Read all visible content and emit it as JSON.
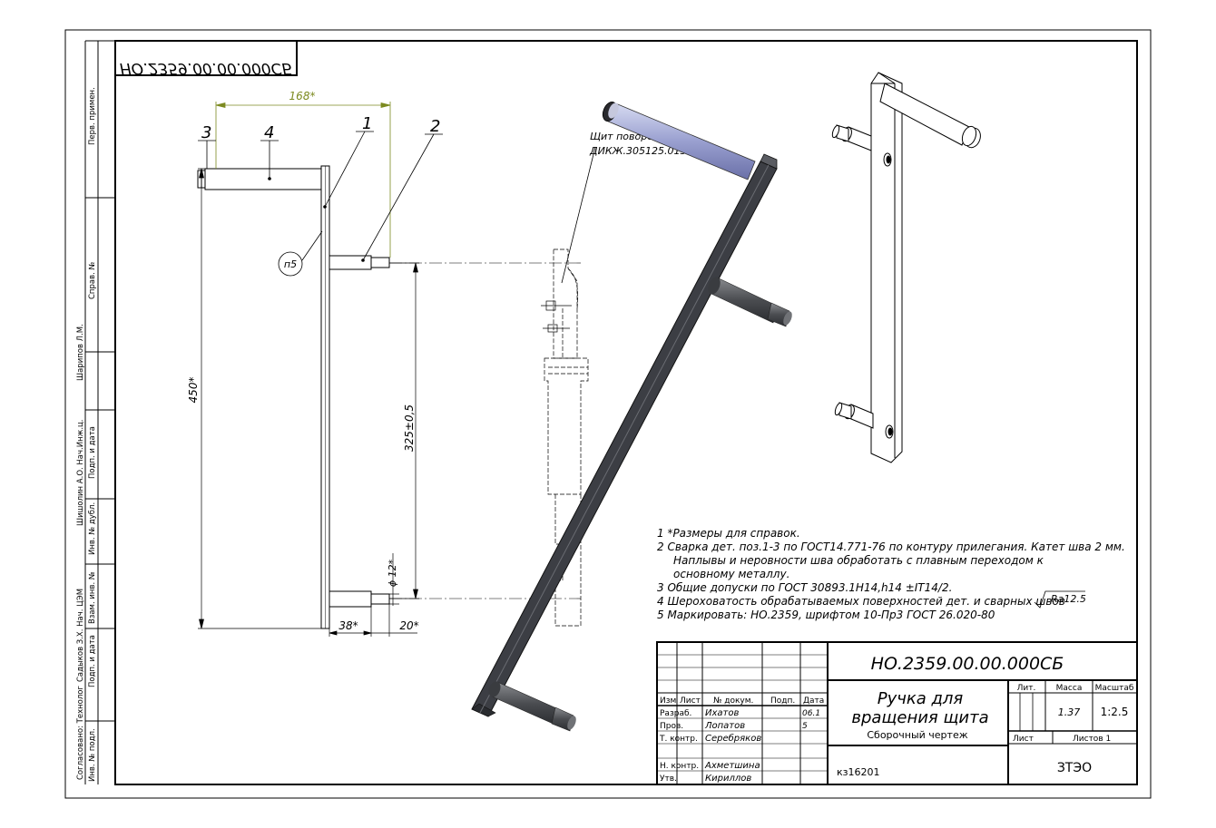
{
  "stamp_mirrored": "НО.2359.00.00.000СБ",
  "side_labels": {
    "perv_primen": "Перв. примен.",
    "sprav_no": "Справ. №",
    "sharipov": "Шарипов Л.М.",
    "shishkolin": "Шишолин А.О. Нач.Инж.ц.",
    "sadykov": "Садыков З.Х. Нач. ЦЭМ",
    "soglasovano": "Согласовано: Технолог",
    "podp_data_1": "Подп. и дата",
    "inv_dubl": "Инв. № дубл.",
    "vzam_inv": "Взам. инв. №",
    "podp_data_2": "Подп. и дата",
    "inv_podl": "Инв. № подл."
  },
  "dims": {
    "d168": "168*",
    "d450": "450*",
    "d325": "325±0,5",
    "d38": "38*",
    "d20": "20*",
    "d12": "ϕ 12*"
  },
  "positions": {
    "p1": "1",
    "p2": "2",
    "p3": "3",
    "p4": "4"
  },
  "weld_mark": "п5",
  "leader_note": {
    "line1": "Щит поворотный",
    "line2": "ДИКЖ.305125.013-"
  },
  "notes": [
    "1 *Размеры для справок.",
    "2  Сварка дет. поз.1-3 по ГОСТ14.771-76 по контуру прилегания. Катет шва 2 мм.",
    "Наплывы и неровности шва обработать с плавным переходом к",
    "основному металлу.",
    "3  Общие допуски по ГОСТ 30893.1Н14,h14  ±IT14/2.",
    "4  Шероховатость обрабатываемых поверхностей дет. и сварных швов",
    "5  Маркировать: НО.2359, шрифтом 10-Пр3 ГОСТ 26.020-80"
  ],
  "roughness": "Ra12.5",
  "title_block": {
    "designation": "НО.2359.00.00.000СБ",
    "name_line1": "Ручка для",
    "name_line2": "вращения щита",
    "doc_type": "Сборочный чертеж",
    "lit": "Лит.",
    "massa": "Масса",
    "masshtab": "Масштаб",
    "mass_value": "1.37",
    "scale_value": "1:2.5",
    "list": "Лист",
    "listov": "Листов 1",
    "org": "ЗТЭО",
    "code": "кз16201",
    "hdr_izm": "Изм",
    "hdr_list": "Лист",
    "hdr_ndokum": "№ докум.",
    "hdr_podp": "Подп.",
    "hdr_data": "Дата",
    "r_razrab": "Разраб.",
    "r_prov": "Пров.",
    "r_tkontr": "Т. контр.",
    "r_nkontr": "Н. контр.",
    "r_utv": "Утв.",
    "n_razrab": "Ихатов",
    "n_prov": "Лопатов",
    "n_tkontr": "Серебряков",
    "n_nkontr": "Ахметшина",
    "n_utv": "Кириллов",
    "date1": "06.1",
    "date2": "5"
  }
}
